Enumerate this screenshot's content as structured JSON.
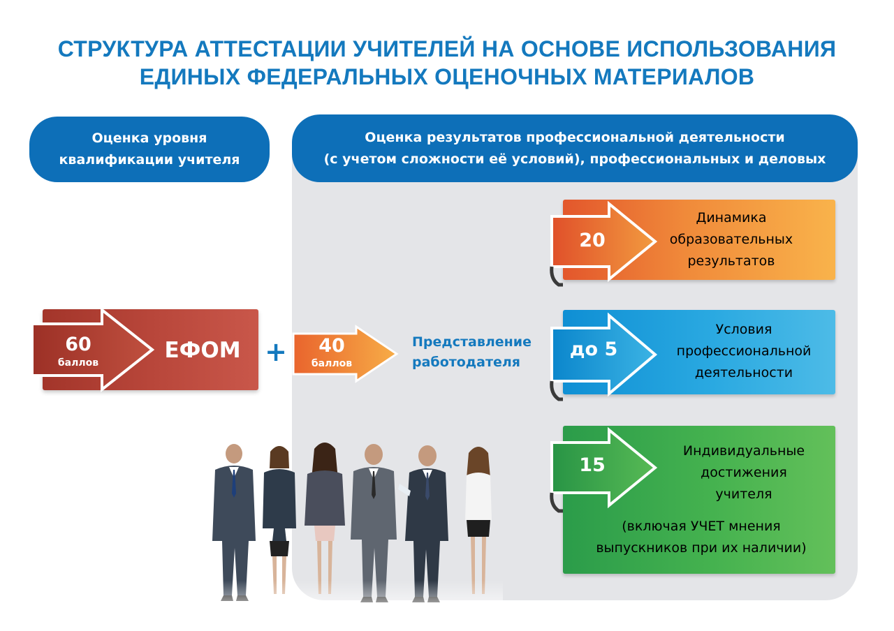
{
  "title": {
    "line1": "СТРУКТУРА АТТЕСТАЦИИ УЧИТЕЛЕЙ НА ОСНОВЕ ИСПОЛЬЗОВАНИЯ",
    "line2": "ЕДИНЫХ ФЕДЕРАЛЬНЫХ ОЦЕНОЧНЫХ МАТЕРИАЛОВ"
  },
  "left_header": {
    "line1": "Оценка  уровня",
    "line2": "квалификации учителя"
  },
  "right_header": {
    "line1": "Оценка результатов профессиональной деятельности",
    "line2": "(с учетом сложности её условий), профессиональных и деловых"
  },
  "efom": {
    "points": "60",
    "unit": "баллов",
    "label": "ЕФОМ"
  },
  "plus": "+",
  "employer": {
    "points": "40",
    "unit": "баллов",
    "line1": "Представление",
    "line2": "работодателя"
  },
  "cards": [
    {
      "value": "20",
      "line1": "Динамика",
      "line2": "образовательных",
      "line3": "результатов",
      "color": "#f08a3a"
    },
    {
      "value": "до 5",
      "line1": "Условия",
      "line2": "профессиональной",
      "line3": "деятельности",
      "color": "#2aa9e1"
    },
    {
      "value": "15",
      "line1": "Индивидуальные",
      "line2": "достижения",
      "line3": "учителя",
      "note1": "(включая  УЧЕТ мнения",
      "note2": "выпускников при их наличии)",
      "color": "#45b24f"
    }
  ],
  "colors": {
    "brand_blue": "#1479be",
    "header_blue": "#0d6fb8",
    "panel_grey": "#e4e5e8",
    "efom_red": "#b8463a"
  },
  "illustration": "group-of-six-professionals"
}
